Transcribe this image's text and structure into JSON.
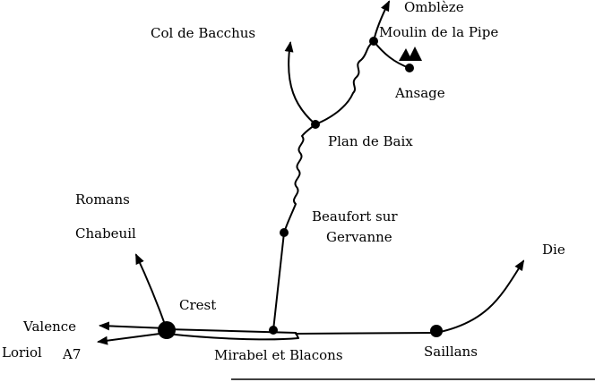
{
  "places": {
    "omblez": "Omblèze",
    "moulin": "Moulin de la Pipe",
    "col_bacchus": "Col de Bacchus",
    "ansage": "Ansage",
    "plan_de_baix": "Plan de Baix",
    "romans": "Romans",
    "beaufort_line1": "Beaufort sur",
    "beaufort_line2": "Gervanne",
    "chabeuil": "Chabeuil",
    "die": "Die",
    "crest": "Crest",
    "valence": "Valence",
    "loriol": "Loriol",
    "a7": "A7",
    "mirabel": "Mirabel et Blacons",
    "saillans": "Saillans"
  },
  "colors": {
    "ink": "#000000",
    "paper": "#ffffff"
  }
}
